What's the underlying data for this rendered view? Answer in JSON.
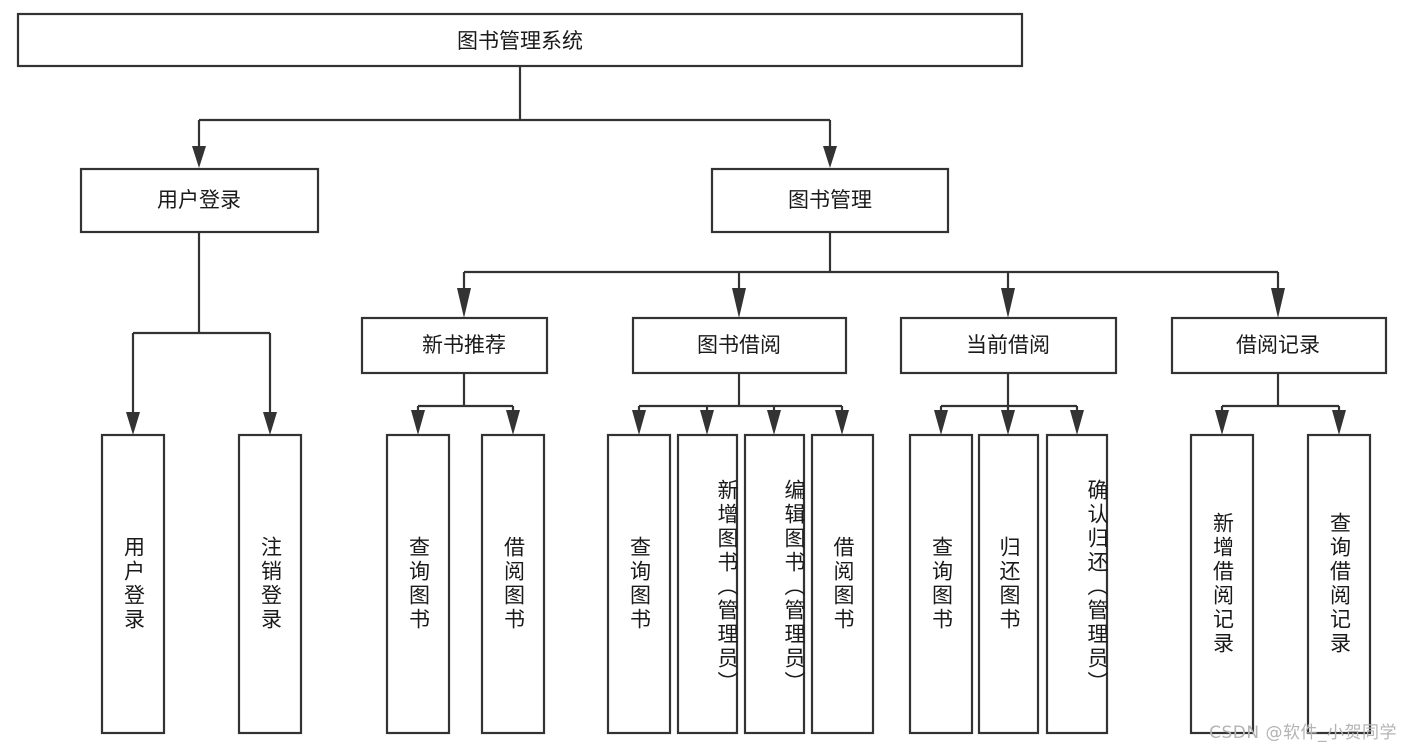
{
  "diagram": {
    "type": "tree",
    "title": "图书管理系统",
    "watermark": "CSDN @软件_小贺同学",
    "colors": {
      "stroke": "#333333",
      "fill": "#ffffff",
      "text": "#1a1a1a",
      "watermark": "#b4b4b4"
    },
    "root": {
      "label": "图书管理系统"
    },
    "level2": [
      {
        "id": "user-login",
        "label": "用户登录"
      },
      {
        "id": "book-management",
        "label": "图书管理"
      }
    ],
    "level3": [
      {
        "id": "new-book-recommend",
        "label": "新书推荐",
        "parent": "book-management"
      },
      {
        "id": "book-borrow",
        "label": "图书借阅",
        "parent": "book-management"
      },
      {
        "id": "current-borrow",
        "label": "当前借阅",
        "parent": "book-management"
      },
      {
        "id": "borrow-record",
        "label": "借阅记录",
        "parent": "book-management"
      }
    ],
    "leaves": [
      {
        "id": "leaf-user-login",
        "label": "用户登录",
        "parent": "user-login"
      },
      {
        "id": "leaf-logout-login",
        "label": "注销登录",
        "parent": "user-login"
      },
      {
        "id": "leaf-query-book-1",
        "label": "查询图书",
        "parent": "new-book-recommend"
      },
      {
        "id": "leaf-borrow-book-1",
        "label": "借阅图书",
        "parent": "new-book-recommend"
      },
      {
        "id": "leaf-query-book-2",
        "label": "查询图书",
        "parent": "book-borrow"
      },
      {
        "id": "leaf-add-book-admin",
        "label": "新增图书（管理员）",
        "parent": "book-borrow"
      },
      {
        "id": "leaf-edit-book-admin",
        "label": "编辑图书（管理员）",
        "parent": "book-borrow"
      },
      {
        "id": "leaf-borrow-book-2",
        "label": "借阅图书",
        "parent": "book-borrow"
      },
      {
        "id": "leaf-query-book-3",
        "label": "查询图书",
        "parent": "current-borrow"
      },
      {
        "id": "leaf-return-book",
        "label": "归还图书",
        "parent": "current-borrow"
      },
      {
        "id": "leaf-confirm-return-admin",
        "label": "确认归还（管理员）",
        "parent": "current-borrow"
      },
      {
        "id": "leaf-add-borrow-record",
        "label": "新增借阅记录",
        "parent": "borrow-record"
      },
      {
        "id": "leaf-query-borrow-record",
        "label": "查询借阅记录",
        "parent": "borrow-record"
      }
    ]
  }
}
